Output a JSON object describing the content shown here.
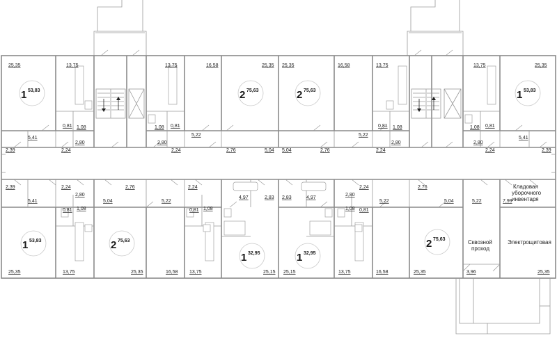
{
  "plan": {
    "room_areas": [
      "25,35",
      "13,75",
      "13,75",
      "16,58",
      "25,35",
      "25,35",
      "16,58",
      "13,75",
      "13,75",
      "25,35",
      "0,81",
      "1,08",
      "1,08",
      "0,81",
      "0,81",
      "1,08",
      "1,08",
      "0,81",
      "5,41",
      "2,39",
      "2,24",
      "2,80",
      "2,80",
      "2,24",
      "5,22",
      "2,76",
      "5,04",
      "5,04",
      "2,76",
      "5,22",
      "2,24",
      "2,80",
      "2,80",
      "2,24",
      "5,41",
      "2,39",
      "2,39",
      "2,24",
      "2,80",
      "2,76",
      "2,24",
      "2,83",
      "2,83",
      "2,80",
      "2,24",
      "2,76",
      "5,41",
      "0,81",
      "1,08",
      "5,04",
      "5,22",
      "0,81",
      "1,08",
      "4,97",
      "4,97",
      "1,08",
      "0,81",
      "5,22",
      "5,04",
      "5,22",
      "7,99",
      "25,35",
      "13,75",
      "25,35",
      "16,58",
      "13,75",
      "25,15",
      "25,15",
      "13,75",
      "16,58",
      "25,35",
      "3,96",
      "25,35"
    ],
    "apartments": [
      {
        "rooms": "1",
        "area": "53,83"
      },
      {
        "rooms": "2",
        "area": "75,63"
      },
      {
        "rooms": "2",
        "area": "75,63"
      },
      {
        "rooms": "1",
        "area": "53,83"
      },
      {
        "rooms": "1",
        "area": "53,83"
      },
      {
        "rooms": "2",
        "area": "75,63"
      },
      {
        "rooms": "1",
        "area": "32,95"
      },
      {
        "rooms": "1",
        "area": "32,95"
      },
      {
        "rooms": "2",
        "area": "75,63"
      }
    ],
    "labels": {
      "storage_line1": "Кладовая",
      "storage_line2": "уборочного",
      "storage_line3": "инвентаря",
      "passage_line1": "Сквозной",
      "passage_line2": "проход",
      "electrical": "Электрощитовая"
    }
  }
}
